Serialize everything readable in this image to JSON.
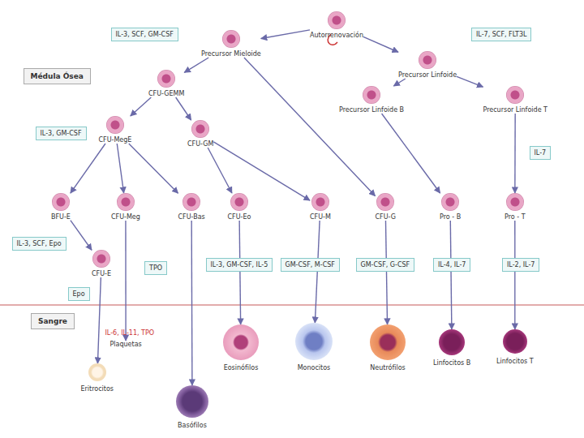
{
  "diagram": {
    "nodes": [
      {
        "text": [
          "Autorrenovación"
        ]
      },
      {
        "text": [
          "Precursor Mieloide"
        ]
      },
      {
        "text": [
          "Precursor Linfoide"
        ]
      },
      {
        "text": [
          "CFU-GEMM"
        ]
      },
      {
        "text": [
          "CFU-MegE"
        ]
      },
      {
        "text": [
          "CFU-GM"
        ]
      },
      {
        "text": [
          "Precursor Linfoide B"
        ]
      },
      {
        "text": [
          "Precursor Linfoide T"
        ]
      },
      {
        "text": [
          "BFU-E"
        ]
      },
      {
        "text": [
          "CFU-Meg"
        ]
      },
      {
        "text": [
          "CFU-Bas"
        ]
      },
      {
        "text": [
          "CFU-Eo"
        ]
      },
      {
        "text": [
          "CFU-M"
        ]
      },
      {
        "text": [
          "CFU-G"
        ]
      },
      {
        "text": [
          "Pro - B"
        ]
      },
      {
        "text": [
          "Pro - T"
        ]
      },
      {
        "text": [
          "CFU-E"
        ]
      },
      {
        "text": [
          "Eritrocitos"
        ]
      },
      {
        "text": [
          "Plaquetas"
        ]
      },
      {
        "text": [
          "Basófilos"
        ]
      },
      {
        "text": [
          "Eosinófilos"
        ]
      },
      {
        "text": [
          "Monocitos"
        ]
      },
      {
        "text": [
          "Neutrófilos"
        ]
      },
      {
        "text": [
          "Linfocitos B"
        ]
      },
      {
        "text": [
          "Linfocitos T"
        ]
      },
      {
        "text": [
          "IL-3, SCF, GM-CSF"
        ]
      },
      {
        "text": [
          "IL-7, SCF, FLT3L"
        ]
      },
      {
        "text": [
          "IL-3, GM-CSF"
        ]
      },
      {
        "text": [
          "IL-3, SCF, Epo"
        ]
      },
      {
        "text": [
          "Epo"
        ]
      },
      {
        "text": [
          "TPO"
        ]
      },
      {
        "text": [
          "IL-3, GM-CSF, IL-5"
        ]
      },
      {
        "text": [
          "GM-CSF, M-CSF"
        ]
      },
      {
        "text": [
          "GM-CSF, G-CSF"
        ]
      },
      {
        "text": [
          "IL-4, IL-7"
        ]
      },
      {
        "text": [
          "IL-2, IL-7"
        ]
      },
      {
        "text": [
          "IL-7"
        ]
      },
      {
        "text": [
          "Médula Ósea"
        ]
      },
      {
        "text": [
          "Sangre"
        ]
      }
    ],
    "edges": [
      {
        "from": 0,
        "to": 1,
        "arrow": "to"
      },
      {
        "from": 0,
        "to": 2,
        "arrow": "to"
      },
      {
        "from": 1,
        "to": 3,
        "arrow": "to"
      },
      {
        "from": 3,
        "to": 4,
        "arrow": "to"
      },
      {
        "from": 3,
        "to": 5,
        "arrow": "to"
      },
      {
        "from": 4,
        "to": 8,
        "arrow": "to"
      },
      {
        "from": 4,
        "to": 9,
        "arrow": "to"
      },
      {
        "from": 4,
        "to": 10,
        "arrow": "to"
      },
      {
        "from": 5,
        "to": 11,
        "arrow": "to"
      },
      {
        "from": 5,
        "to": 12,
        "arrow": "to"
      },
      {
        "from": 1,
        "to": 13,
        "arrow": "to"
      },
      {
        "from": 2,
        "to": 6,
        "arrow": "to"
      },
      {
        "from": 2,
        "to": 7,
        "arrow": "to"
      },
      {
        "from": 6,
        "to": 14,
        "arrow": "to"
      },
      {
        "from": 7,
        "to": 15,
        "arrow": "to"
      },
      {
        "from": 8,
        "to": 16,
        "arrow": "to"
      },
      {
        "from": 16,
        "to": 17,
        "arrow": "to"
      },
      {
        "from": 9,
        "to": 18,
        "arrow": "to"
      },
      {
        "from": 10,
        "to": 19,
        "arrow": "to"
      },
      {
        "from": 11,
        "to": 20,
        "arrow": "to"
      },
      {
        "from": 12,
        "to": 21,
        "arrow": "to"
      },
      {
        "from": 13,
        "to": 22,
        "arrow": "to"
      },
      {
        "from": 14,
        "to": 23,
        "arrow": "to"
      },
      {
        "from": 15,
        "to": 24,
        "arrow": "to"
      }
    ],
    "labels": [
      "IL-6, IL-11, TPO"
    ]
  }
}
